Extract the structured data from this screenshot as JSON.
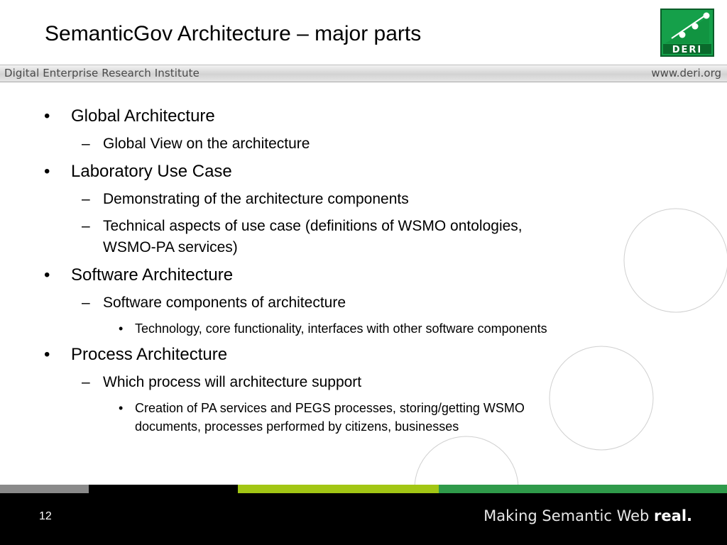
{
  "slide": {
    "title": "SemanticGov Architecture – major parts"
  },
  "logo": {
    "text": "DERI",
    "colors": {
      "background": "#15a04a",
      "border": "#0a5e2a",
      "dots": "#ffffff"
    }
  },
  "header": {
    "left_text": "Digital Enterprise Research Institute",
    "right_text": "www.deri.org"
  },
  "content": {
    "items": [
      {
        "level": 1,
        "marker": "•",
        "lines": [
          "Global Architecture"
        ]
      },
      {
        "level": 2,
        "marker": "–",
        "lines": [
          "Global View on the architecture"
        ]
      },
      {
        "level": 1,
        "marker": "•",
        "lines": [
          "Laboratory Use Case"
        ]
      },
      {
        "level": 2,
        "marker": "–",
        "lines": [
          "Demonstrating of the architecture components"
        ]
      },
      {
        "level": 2,
        "marker": "–",
        "lines": [
          "Technical aspects of use case (definitions of WSMO ontologies,",
          "WSMO-PA services)"
        ]
      },
      {
        "level": 1,
        "marker": "•",
        "lines": [
          "Software Architecture"
        ]
      },
      {
        "level": 2,
        "marker": "–",
        "lines": [
          "Software components of architecture"
        ]
      },
      {
        "level": 3,
        "marker": "•",
        "lines": [
          "Technology, core functionality, interfaces with other software components"
        ]
      },
      {
        "level": 1,
        "marker": "•",
        "lines": [
          "Process Architecture"
        ]
      },
      {
        "level": 2,
        "marker": "–",
        "lines": [
          "Which process will architecture support"
        ]
      },
      {
        "level": 3,
        "marker": "•",
        "lines": [
          "Creation of PA services and PEGS processes, storing/getting WSMO",
          "documents, processes performed by citizens, businesses"
        ]
      }
    ]
  },
  "footer": {
    "page_number": "12",
    "tagline_regular": "Making Semantic Web ",
    "tagline_bold": "real.",
    "stripe_colors": [
      "#8a8a8a",
      "#000000",
      "#a2c614",
      "#2f9a4a"
    ]
  }
}
